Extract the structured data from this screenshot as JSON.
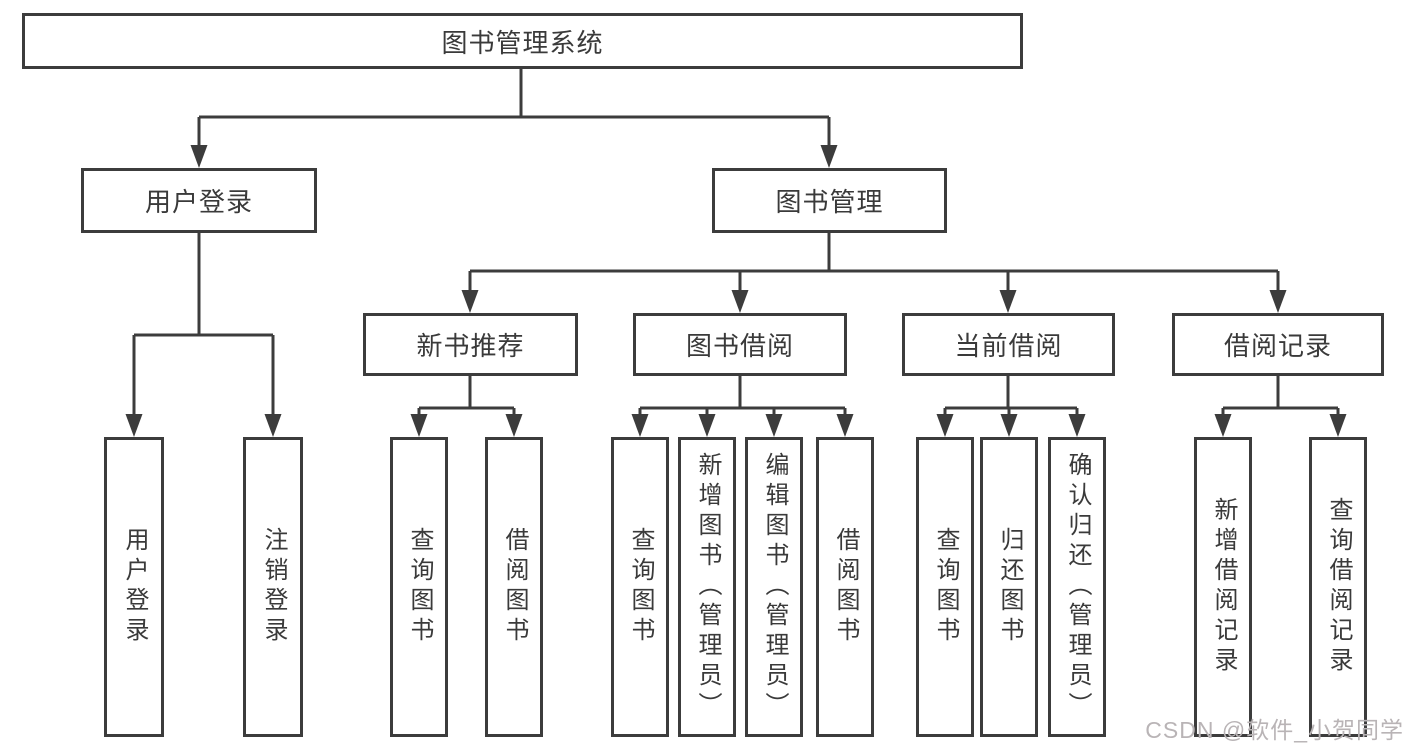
{
  "diagram_title": "图书管理系统",
  "colors": {
    "line": "#3c3c3c",
    "box_border": "#3c3c3c",
    "text": "#3a3a3a",
    "background": "#ffffff",
    "watermark": "#b9b4b6"
  },
  "tree": {
    "label": "图书管理系统",
    "children": [
      {
        "label": "用户登录",
        "children": [
          {
            "label": "用户登录"
          },
          {
            "label": "注销登录"
          }
        ]
      },
      {
        "label": "图书管理",
        "children": [
          {
            "label": "新书推荐",
            "children": [
              {
                "label": "查询图书"
              },
              {
                "label": "借阅图书"
              }
            ]
          },
          {
            "label": "图书借阅",
            "children": [
              {
                "label": "查询图书"
              },
              {
                "label": "新增图书（管理员）"
              },
              {
                "label": "编辑图书（管理员）"
              },
              {
                "label": "借阅图书"
              }
            ]
          },
          {
            "label": "当前借阅",
            "children": [
              {
                "label": "查询图书"
              },
              {
                "label": "归还图书"
              },
              {
                "label": "确认归还（管理员）"
              }
            ]
          },
          {
            "label": "借阅记录",
            "children": [
              {
                "label": "新增借阅记录"
              },
              {
                "label": "查询借阅记录"
              }
            ]
          }
        ]
      }
    ]
  },
  "watermark": {
    "text": "CSDN @软件_小贺同学"
  }
}
